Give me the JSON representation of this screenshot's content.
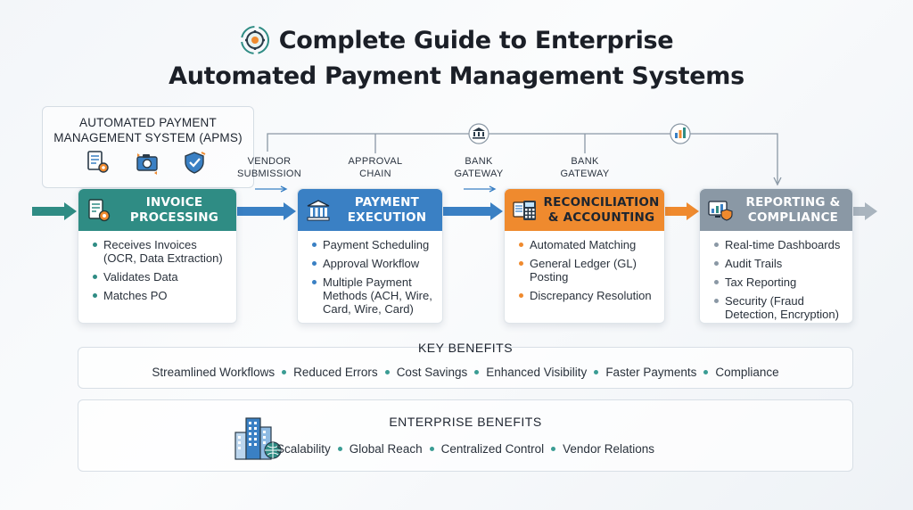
{
  "title": {
    "line1": "Complete Guide to Enterprise",
    "line2": "Automated Payment Management Systems",
    "icon": "gear-cycle-icon"
  },
  "apms": {
    "label": "AUTOMATED PAYMENT\nMANAGEMENT SYSTEM (APMS)",
    "icons": [
      "document-gear-icon",
      "camera-sync-icon",
      "shield-check-icon"
    ]
  },
  "steps": {
    "vendor_submission": "VENDOR\nSUBMISSION",
    "approval_chain": "APPROVAL\nCHAIN",
    "bank_gateway_1": "BANK\nGATEWAY",
    "bank_gateway_2": "BANK\nGATEWAY"
  },
  "stages": [
    {
      "title": "INVOICE\nPROCESSING",
      "icon": "invoice-gear-icon",
      "color": "#2f8c84",
      "items": [
        "Receives Invoices (OCR, Data Extraction)",
        "Validates Data",
        "Matches PO"
      ]
    },
    {
      "title": "PAYMENT\nEXECUTION",
      "icon": "bank-icon",
      "color": "#3a80c4",
      "items": [
        "Payment Scheduling",
        "Approval Workflow",
        "Multiple Payment Methods (ACH, Wire, Card, Wire, Card)"
      ]
    },
    {
      "title": "RECONCILIATION\n& ACCOUNTING",
      "icon": "calculator-icon",
      "color": "#ef8a2e",
      "items": [
        "Automated Matching",
        "General Ledger (GL) Posting",
        "Discrepancy Resolution"
      ]
    },
    {
      "title": "REPORTING &\nCOMPLIANCE",
      "icon": "dashboard-shield-icon",
      "color": "#8a98a5",
      "items": [
        "Real-time Dashboards",
        "Audit Trails",
        "Tax Reporting",
        "Security (Fraud Detection, Encryption)"
      ]
    }
  ],
  "key_benefits": {
    "title": "KEY BENEFITS",
    "items": [
      "Streamlined Workflows",
      "Reduced Errors",
      "Cost Savings",
      "Enhanced Visibility",
      "Faster Payments",
      "Compliance"
    ]
  },
  "enterprise_benefits": {
    "title": "ENTERPRISE BENEFITS",
    "icon": "city-globe-icon",
    "items": [
      "Scalability",
      "Global Reach",
      "Centralized Control",
      "Vendor Relations"
    ]
  },
  "colors": {
    "teal": "#2f8c84",
    "blue": "#3a80c4",
    "orange": "#ef8a2e",
    "gray": "#8a98a5",
    "dark": "#1b1f27"
  }
}
